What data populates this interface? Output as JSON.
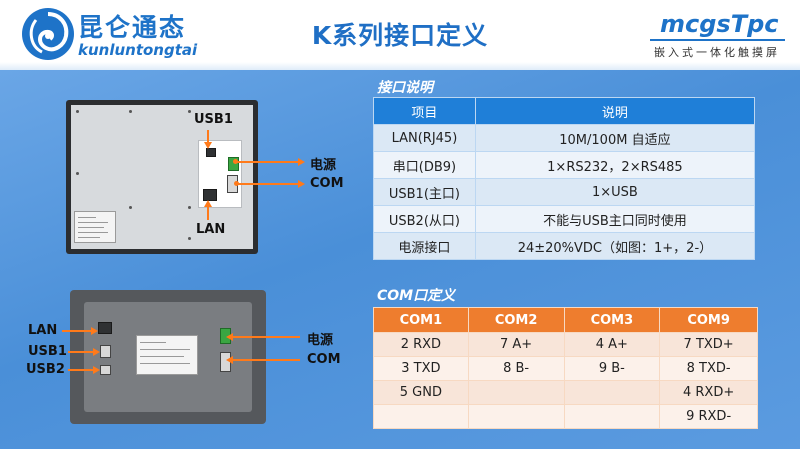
{
  "brand": {
    "name_cn": "昆仑通态",
    "name_en": "kunluntongtai"
  },
  "title": "K系列接口定义",
  "product": {
    "name": "mcgsTpc",
    "tagline": "嵌入式一体化触摸屏"
  },
  "interface_section": {
    "title": "接口说明",
    "headers": [
      "项目",
      "说明"
    ],
    "rows": [
      [
        "LAN(RJ45)",
        "10M/100M 自适应"
      ],
      [
        "串口(DB9)",
        "1×RS232，2×RS485"
      ],
      [
        "USB1(主口)",
        "1×USB"
      ],
      [
        "USB2(从口)",
        "不能与USB主口同时使用"
      ],
      [
        "电源接口",
        "24±20%VDC（如图：1+，2-）"
      ]
    ]
  },
  "com_section": {
    "title": "COM口定义",
    "headers": [
      "COM1",
      "COM2",
      "COM3",
      "COM9"
    ],
    "rows": [
      [
        "2 RXD",
        "7 A+",
        "4 A+",
        "7 TXD+"
      ],
      [
        "3 TXD",
        "8 B-",
        "9 B-",
        "8 TXD-"
      ],
      [
        "5 GND",
        "",
        "",
        "4 RXD+"
      ],
      [
        "",
        "",
        "",
        "9 RXD-"
      ]
    ]
  },
  "device_top_labels": {
    "usb1": "USB1",
    "power": "电源",
    "com": "COM",
    "lan": "LAN"
  },
  "device_bottom_labels": {
    "lan": "LAN",
    "usb1": "USB1",
    "usb2": "USB2",
    "power": "电源",
    "com": "COM"
  },
  "colors": {
    "accent_blue": "#1f7fd8",
    "accent_orange": "#ee7d2e",
    "callout": "#ff7a1a"
  }
}
